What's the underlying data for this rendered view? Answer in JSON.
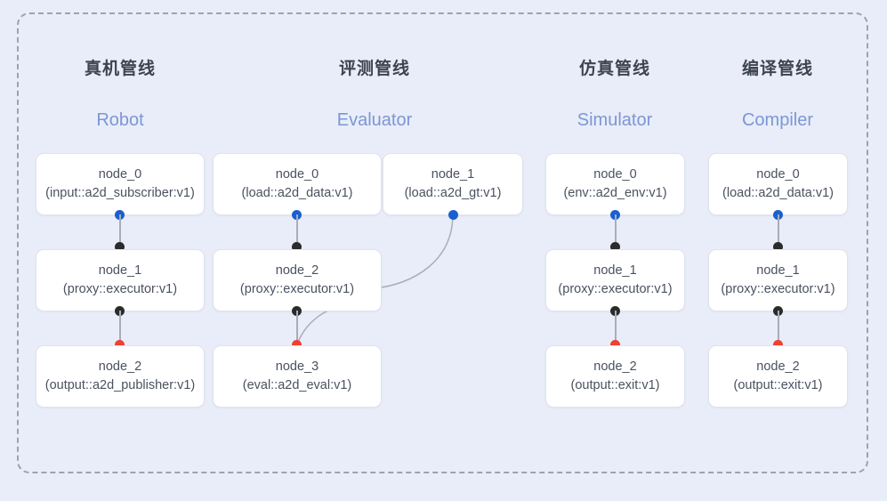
{
  "frame": {
    "border_style": "dashed",
    "border_color": "#9aa3b2",
    "background": "#e8edf9"
  },
  "palette": {
    "background": "#e8edf9",
    "node_fill": "#ffffff",
    "node_border": "#dfe3ea",
    "title_color": "#3c4450",
    "subtitle_color": "#7d96d4",
    "text_color": "#4a5160",
    "dot_input": "#1a5fd0",
    "dot_proxy": "#2b2b2b",
    "dot_output": "#f0402f",
    "edge_color": "#a8adb8"
  },
  "columns": [
    {
      "id": "robot",
      "title": "真机管线",
      "subtitle": "Robot",
      "nodes": [
        {
          "name": "node_0",
          "spec": "(input::a2d_subscriber:v1)"
        },
        {
          "name": "node_1",
          "spec": "(proxy::executor:v1)"
        },
        {
          "name": "node_2",
          "spec": "(output::a2d_publisher:v1)"
        }
      ]
    },
    {
      "id": "evaluator",
      "title": "评测管线",
      "subtitle": "Evaluator",
      "nodes": [
        {
          "name": "node_0",
          "spec": "(load::a2d_data:v1)"
        },
        {
          "name": "node_2",
          "spec": "(proxy::executor:v1)"
        },
        {
          "name": "node_3",
          "spec": "(eval::a2d_eval:v1)"
        }
      ],
      "side_nodes": [
        {
          "name": "node_1",
          "spec": "(load::a2d_gt:v1)"
        }
      ]
    },
    {
      "id": "simulator",
      "title": "仿真管线",
      "subtitle": "Simulator",
      "nodes": [
        {
          "name": "node_0",
          "spec": "(env::a2d_env:v1)"
        },
        {
          "name": "node_1",
          "spec": "(proxy::executor:v1)"
        },
        {
          "name": "node_2",
          "spec": "(output::exit:v1)"
        }
      ]
    },
    {
      "id": "compiler",
      "title": "编译管线",
      "subtitle": "Compiler",
      "nodes": [
        {
          "name": "node_0",
          "spec": "(load::a2d_data:v1)"
        },
        {
          "name": "node_1",
          "spec": "(proxy::executor:v1)"
        },
        {
          "name": "node_2",
          "spec": "(output::exit:v1)"
        }
      ]
    }
  ]
}
